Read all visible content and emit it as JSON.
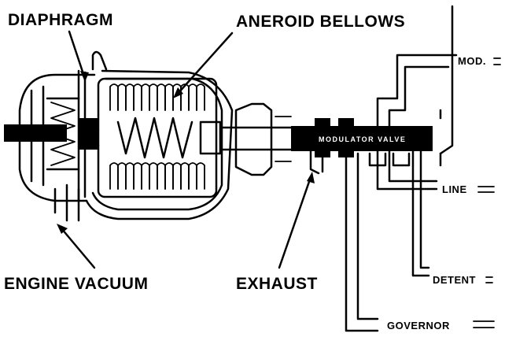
{
  "labels": {
    "diaphragm": "DIAPHRAGM",
    "aneroid_bellows": "ANEROID BELLOWS",
    "engine_vacuum": "ENGINE VACUUM",
    "exhaust": "EXHAUST",
    "mod": "MOD.",
    "line": "LINE",
    "detent": "DETENT",
    "governor": "GOVERNOR",
    "modulator_valve": "MODULATOR VALVE"
  },
  "colors": {
    "ink": "#000000",
    "paper": "#ffffff"
  }
}
